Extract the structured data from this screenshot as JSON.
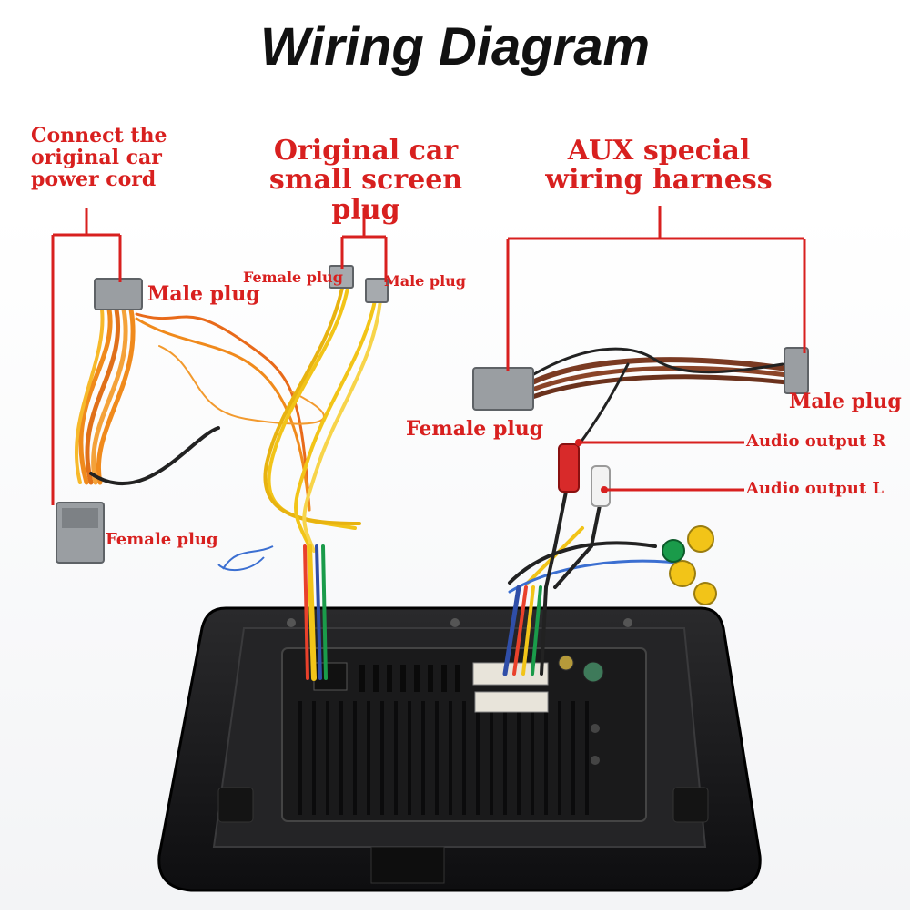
{
  "title": "Wiring Diagram",
  "colors": {
    "accent": "#d8201f",
    "title": "#111111",
    "plug_gray": "#9a9ea2",
    "wire_orange": "#f08a1c",
    "wire_yellow": "#f2c418",
    "wire_brown": "#7a3a22",
    "head_unit": "#1c1c1e"
  },
  "groups": {
    "power": {
      "heading": "Connect the\noriginal car\npower cord",
      "male_plug": "Male plug",
      "female_plug": "Female plug"
    },
    "small_screen": {
      "heading": "Original car\nsmall screen plug",
      "female_plug": "Female plug",
      "male_plug": "Male plug"
    },
    "aux": {
      "heading": "AUX special\nwiring harness",
      "female_plug": "Female plug",
      "male_plug": "Male plug",
      "audio_r": "Audio output R",
      "audio_l": "Audio output L"
    }
  }
}
